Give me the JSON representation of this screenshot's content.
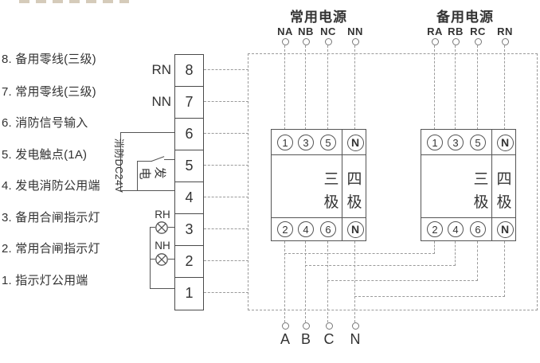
{
  "colors": {
    "line_color": "#555555",
    "dashed_color": "#9a9a9a",
    "text_color": "#333333"
  },
  "left_labels": [
    "8. 备用零线(三级)",
    "7. 常用零线(三级)",
    "6. 消防信号输入",
    "5. 发电触点(1A)",
    "4. 发电消防公用端",
    "3. 备用合闸指示灯",
    "2. 常用合闸指示灯",
    "1. 指示灯公用端"
  ],
  "terminal_block": {
    "numbers": [
      "8",
      "7",
      "6",
      "5",
      "4",
      "3",
      "2",
      "1"
    ],
    "rn_label": "RN",
    "nn_label": "NN"
  },
  "fire_input": {
    "label": "消防DC24V"
  },
  "gen_switch": {
    "char_left": "电",
    "char_right": "发"
  },
  "lamps": {
    "backup_label": "RH",
    "normal_label": "NH"
  },
  "sources": {
    "normal": {
      "title": "常用电源",
      "terminals": [
        "NA",
        "NB",
        "NC",
        "NN"
      ]
    },
    "backup": {
      "title": "备用电源",
      "terminals": [
        "RA",
        "RB",
        "RC",
        "RN"
      ]
    }
  },
  "breakers": {
    "left": {
      "top": [
        "1",
        "3",
        "5"
      ],
      "top_n": "N",
      "bottom": [
        "2",
        "4",
        "6"
      ],
      "bottom_n": "N",
      "pole_main": "三极",
      "pole_n": "四极"
    },
    "right": {
      "top": [
        "1",
        "3",
        "5"
      ],
      "top_n": "N",
      "bottom": [
        "2",
        "4",
        "6"
      ],
      "bottom_n": "N",
      "pole_main": "三极",
      "pole_n": "四极"
    }
  },
  "outputs": [
    "A",
    "B",
    "C",
    "N"
  ]
}
